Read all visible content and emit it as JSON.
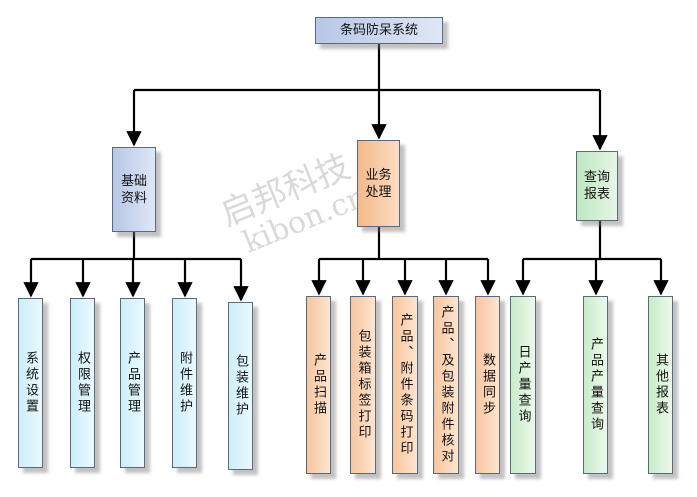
{
  "root": "条码防呆系统",
  "categories": [
    {
      "label": "基础\n资料",
      "children": [
        "系统设置",
        "权限管理",
        "产品管理",
        "附件维护",
        "包装维护"
      ]
    },
    {
      "label": "业务\n处理",
      "children": [
        "产品扫描",
        "包装箱标签打印",
        "产品、附件条码打印",
        "产品、及包装附件核对",
        "数据同步"
      ]
    },
    {
      "label": "查询\n报表",
      "children": [
        "日产量查询",
        "产品产量查询",
        "其他报表"
      ]
    }
  ],
  "watermark": {
    "line1": "启邦科技",
    "line2": "kibon.cn"
  },
  "colors": {
    "line": "#000000",
    "blue": "#b7c7e6",
    "orange": "#f4b98a",
    "green": "#bfe7bf",
    "cyan": "#cdeefa"
  }
}
